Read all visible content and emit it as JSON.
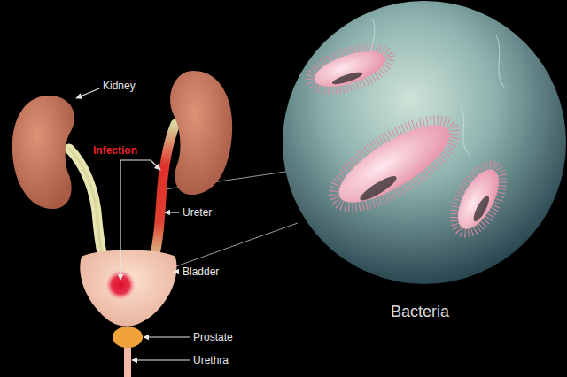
{
  "diagram": {
    "labels": [
      "Kidney",
      "Infection",
      "Ureter",
      "Bladder",
      "Prostate",
      "Urethra",
      "Bacteria"
    ]
  }
}
